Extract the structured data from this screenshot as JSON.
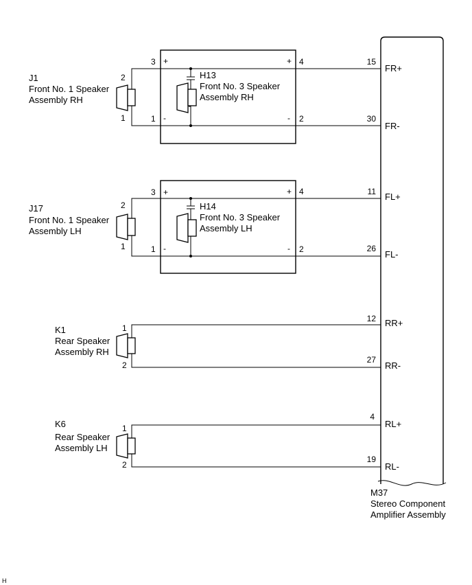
{
  "amplifier": {
    "code": "M37",
    "name_line1": "Stereo Component",
    "name_line2": "Amplifier Assembly",
    "terminals": [
      {
        "pin": "15",
        "signal": "FR+"
      },
      {
        "pin": "30",
        "signal": "FR-"
      },
      {
        "pin": "11",
        "signal": "FL+"
      },
      {
        "pin": "26",
        "signal": "FL-"
      },
      {
        "pin": "12",
        "signal": "RR+"
      },
      {
        "pin": "27",
        "signal": "RR-"
      },
      {
        "pin": "4",
        "signal": "RL+"
      },
      {
        "pin": "19",
        "signal": "RL-"
      }
    ]
  },
  "front_rh": {
    "j": {
      "code": "J1",
      "line1": "Front No. 1 Speaker",
      "line2": "Assembly RH",
      "pin_top": "2",
      "pin_bottom": "1"
    },
    "h": {
      "code": "H13",
      "line1": "Front No. 3 Speaker",
      "line2": "Assembly RH",
      "pin_tl": "3",
      "pin_bl": "1",
      "pin_tr": "4",
      "pin_br": "2"
    }
  },
  "front_lh": {
    "j": {
      "code": "J17",
      "line1": "Front No. 1 Speaker",
      "line2": "Assembly LH",
      "pin_top": "2",
      "pin_bottom": "1"
    },
    "h": {
      "code": "H14",
      "line1": "Front No. 3 Speaker",
      "line2": "Assembly LH",
      "pin_tl": "3",
      "pin_bl": "1",
      "pin_tr": "4",
      "pin_br": "2"
    }
  },
  "rear_rh": {
    "code": "K1",
    "line1": "Rear Speaker",
    "line2": "Assembly RH",
    "pin_top": "1",
    "pin_bottom": "2"
  },
  "rear_lh": {
    "code": "K6",
    "line1": "Rear Speaker",
    "line2": "Assembly LH",
    "pin_top": "1",
    "pin_bottom": "2"
  },
  "polarity": {
    "plus": "+",
    "minus": "-"
  },
  "footer_mark": "H"
}
